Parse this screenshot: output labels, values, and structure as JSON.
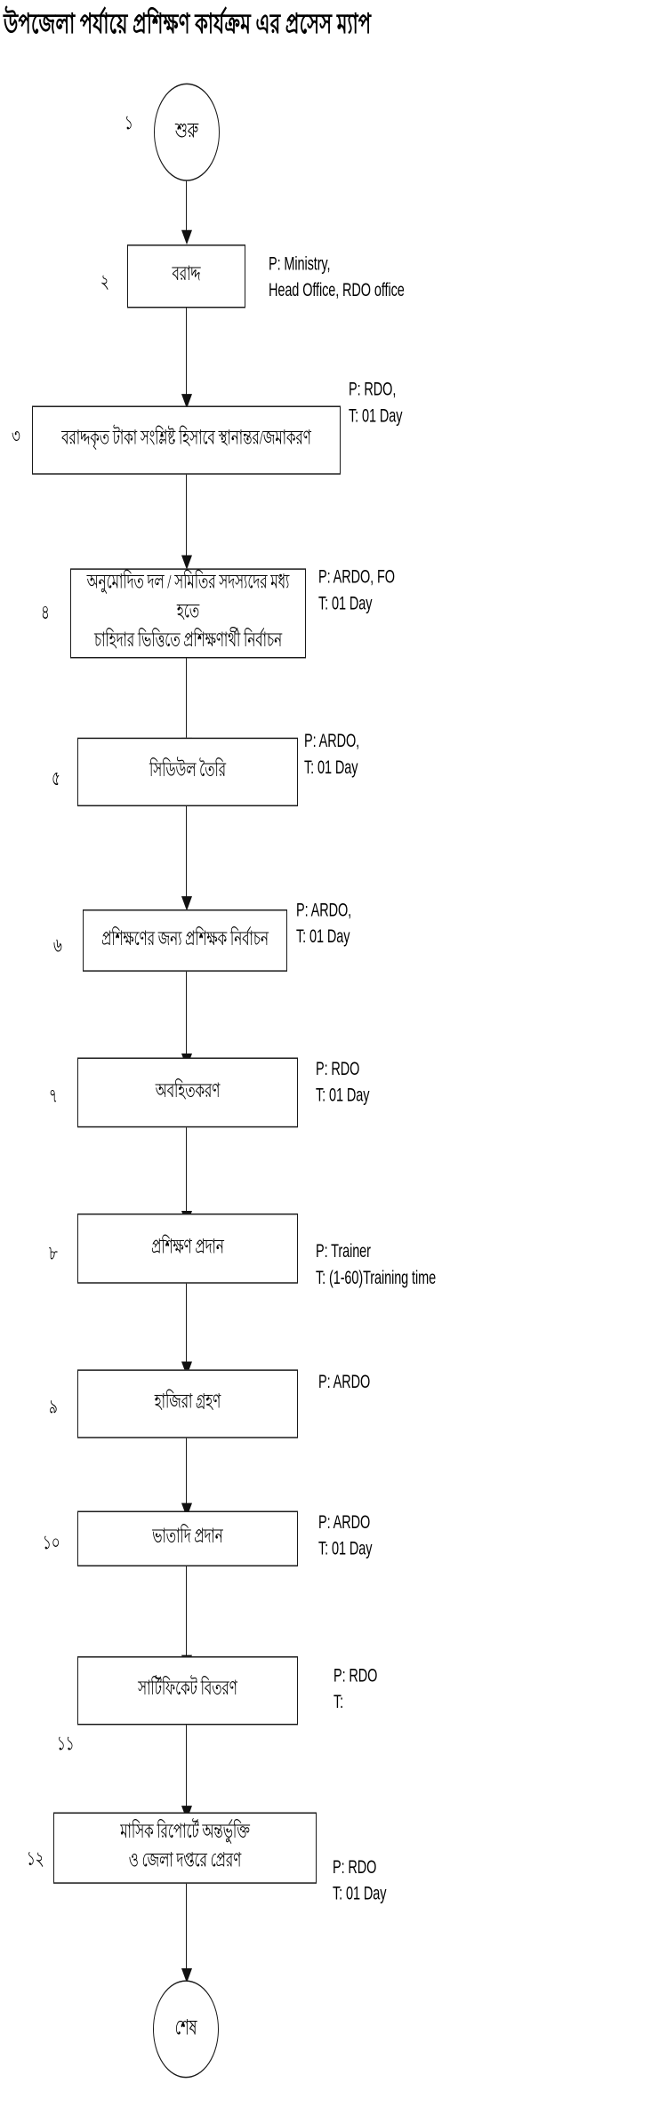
{
  "title": "উপজেলা পর্যায়ে প্রশিক্ষণ কার্যক্রম এর প্রসেস ম্যাপ",
  "diagram": {
    "type": "flowchart",
    "orientation": "top-to-bottom",
    "start_label": "শুরু",
    "end_label": "শেষ",
    "nodes": [
      {
        "number": "১",
        "shape": "circle",
        "text": "শুরু",
        "annotation": ""
      },
      {
        "number": "২",
        "shape": "rect",
        "text": "বরাদ্দ",
        "annotation": "P:  Ministry,\n       Head Office, RDO office"
      },
      {
        "number": "৩",
        "shape": "rect",
        "text": "বরাদ্দকৃত টাকা সংশ্লিষ্ট হিসাবে স্থানান্তর/জমাকরণ",
        "annotation": "P:  RDO,\nT:  01 Day"
      },
      {
        "number": "৪",
        "shape": "rect",
        "text": "অনুমোদিত দল / সমিতির সদস্যদের মধ্য হতে\nচাহিদার ভিত্তিতে প্রশিক্ষণার্থী নির্বাচন",
        "annotation": "P:  ARDO, FO\nT:  01 Day"
      },
      {
        "number": "৫",
        "shape": "rect",
        "text": "সিডিউল তৈরি",
        "annotation": "P:  ARDO,\nT:  01 Day"
      },
      {
        "number": "৬",
        "shape": "rect",
        "text": "প্রশিক্ষণের জন্য প্রশিক্ষক নির্বাচন",
        "annotation": "P:  ARDO,\nT:  01 Day"
      },
      {
        "number": "৭",
        "shape": "rect",
        "text": "অবহিতকরণ",
        "annotation": "P: RDO\nT:  01 Day"
      },
      {
        "number": "৮",
        "shape": "rect",
        "text": "প্রশিক্ষণ প্রদান",
        "annotation": "P: Trainer\nT:  (1-60)Training time"
      },
      {
        "number": "৯",
        "shape": "rect",
        "text": "হাজিরা গ্রহণ",
        "annotation": "P: ARDO"
      },
      {
        "number": "১০",
        "shape": "rect",
        "text": "ভাতাদি প্রদান",
        "annotation": "P: ARDO\nT:  01 Day"
      },
      {
        "number": "১১",
        "shape": "rect",
        "text": "সার্টিফিকেট বিতরণ",
        "annotation": "P: RDO\nT:"
      },
      {
        "number": "১২",
        "shape": "rect",
        "text": "মাসিক রিপোর্টে অন্তর্ভুক্তি\nও জেলা দপ্তরে প্রেরণ",
        "annotation": "P: RDO\nT:  01 Day"
      },
      {
        "number": "",
        "shape": "circle",
        "text": "শেষ",
        "annotation": ""
      }
    ]
  },
  "colors": {
    "stroke": "#1a1a1a",
    "text": "#000000",
    "background": "#ffffff"
  }
}
